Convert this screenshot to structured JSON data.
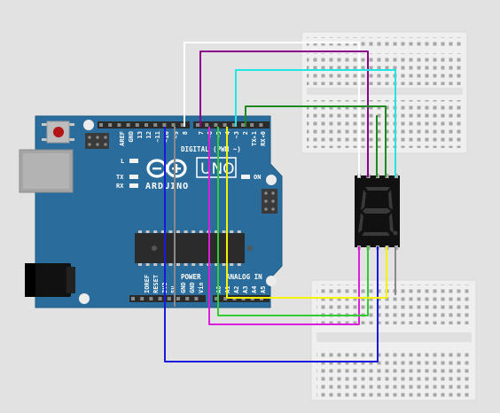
{
  "board": {
    "name": "ARDUINO",
    "model": "UNO",
    "on_label": "ON",
    "tx_label": "TX",
    "rx_label": "RX",
    "l_label": "L",
    "digital_label": "DIGITAL (PWM ~)",
    "power_label": "POWER",
    "analog_label": "ANALOG IN",
    "digital_pins": [
      "AREF",
      "GND",
      "13",
      "12",
      "~11",
      "~10",
      "~9",
      "8",
      "7",
      "~6",
      "~5",
      "4",
      "~3",
      "2",
      "TX▸1",
      "RX◂0"
    ],
    "power_pins": [
      "IOREF",
      "RESET",
      "3V3",
      "5V",
      "GND",
      "GND",
      "Vin"
    ],
    "analog_pins": [
      "A0",
      "A1",
      "A2",
      "A3",
      "A4",
      "A5"
    ]
  },
  "wire_colors": {
    "white": "#ffffff",
    "purple": "#8b008b",
    "cyan": "#22e5e5",
    "green_dark": "#1f8a1f",
    "yellow": "#f4f400",
    "green_light": "#33cc33",
    "magenta": "#d91fd9",
    "blue": "#1a1adf",
    "gray": "#8a8a8a"
  },
  "colors": {
    "board_blue": "#2a6c9c",
    "breadboard": "#f0f0f0",
    "display_body": "#111111"
  }
}
